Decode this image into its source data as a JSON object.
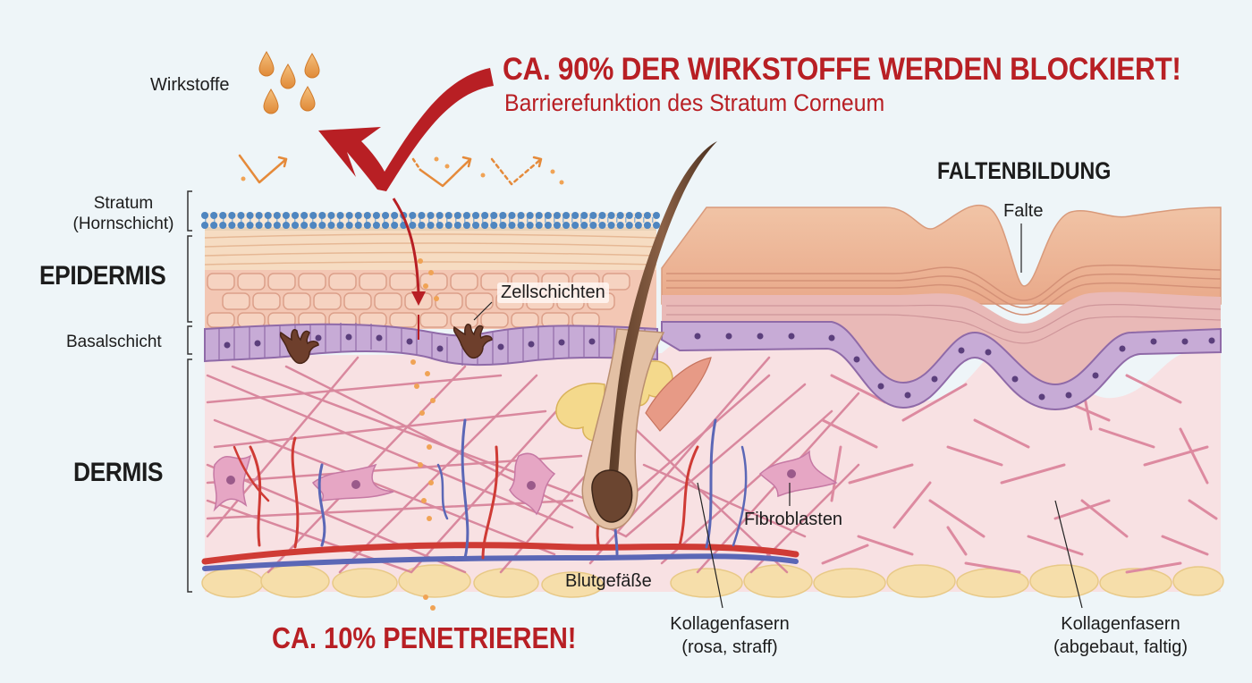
{
  "headline": {
    "main": "CA. 90% DER WIRKSTOFFE WERDEN BLOCKIERT!",
    "sub": "Barrierefunktion des Stratum Corneum"
  },
  "labels": {
    "wirkstoffe": "Wirkstoffe",
    "stratum_line1": "Stratum",
    "stratum_line2": "(Hornschicht)",
    "epidermis": "EPIDERMIS",
    "basalschicht": "Basalschicht",
    "dermis": "DERMIS",
    "zellschichten": "Zellschichten",
    "fibroblasten": "Fibroblasten",
    "blutgefaesse": "Blutgefäße",
    "faltenbildung": "FALTENBILDUNG",
    "falte": "Falte",
    "kollagen_left_line1": "Kollagenfasern",
    "kollagen_left_line2": "(rosa, straff)",
    "kollagen_right_line1": "Kollagenfasern",
    "kollagen_right_line2": "(abgebaut, faltig)",
    "penetrieren": "CA. 10% PENETRIEREN!"
  },
  "colors": {
    "accent_red": "#b81f24",
    "dermis_pink": "#f8e0e2",
    "collagen": "#d77d96",
    "basal_purple": "#b79acb",
    "lipid_blue": "#5b8fc4",
    "drop_orange": "#e69a45"
  }
}
